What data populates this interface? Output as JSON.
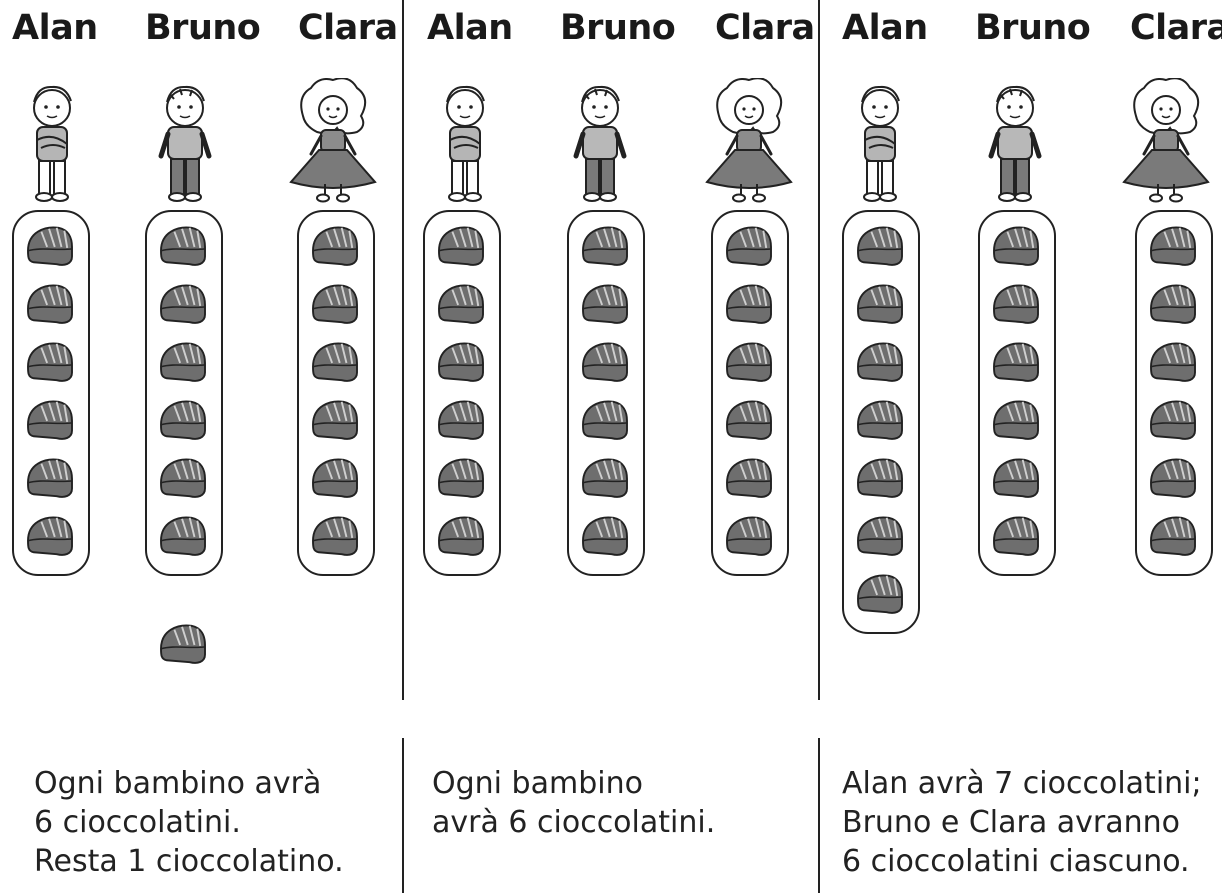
{
  "names": [
    "Alan",
    "Bruno",
    "Clara"
  ],
  "panels": [
    {
      "chocolates_in_group": {
        "Alan": 6,
        "Bruno": 6,
        "Clara": 6
      },
      "leftover": 1,
      "caption": "Ogni bambino avrà\n6 cioccolatini.\nResta 1 cioccolatino."
    },
    {
      "chocolates_in_group": {
        "Alan": 6,
        "Bruno": 6,
        "Clara": 6
      },
      "leftover": 0,
      "caption": "Ogni bambino\navrà 6 cioccolatini."
    },
    {
      "chocolates_in_group": {
        "Alan": 7,
        "Bruno": 6,
        "Clara": 6
      },
      "leftover": 0,
      "caption": "Alan avrà 7 cioccolatini;\nBruno e Clara avranno\n6 cioccolatini ciascuno."
    }
  ]
}
